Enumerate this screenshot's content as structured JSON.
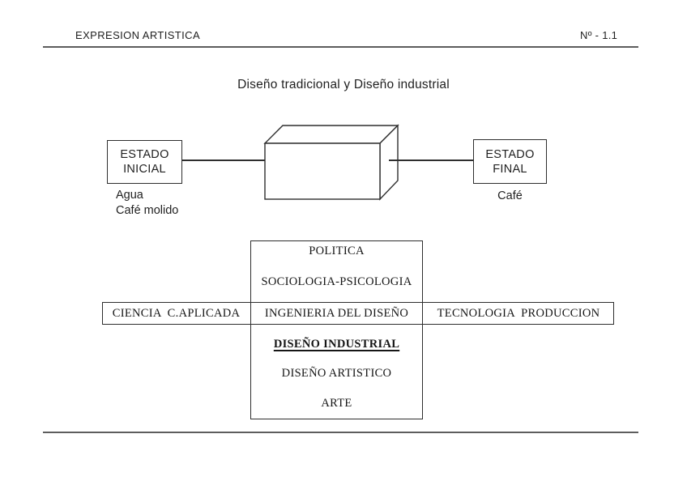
{
  "header": {
    "left": "EXPRESION ARTISTICA",
    "right": "Nº - 1.1"
  },
  "title": "Diseño tradicional y Diseño industrial",
  "process": {
    "initial": {
      "line1": "ESTADO",
      "line2": "INICIAL",
      "caption_line1": "Agua",
      "caption_line2": "Café molido"
    },
    "final": {
      "line1": "ESTADO",
      "line2": "FINAL",
      "caption": "Café"
    }
  },
  "matrix": {
    "politics": "POLITICA",
    "sociology": "SOCIOLOGIA-PSICOLOGIA",
    "row_left": "CIENCIA  C.APLICADA",
    "row_center": "INGENIERIA DEL DISEÑO",
    "row_right": "TECNOLOGIA  PRODUCCION",
    "industrial": "DISEÑO INDUSTRIAL",
    "artistic": "DISEÑO ARTISTICO",
    "art": "ARTE"
  },
  "colors": {
    "text": "#1f1f1f",
    "rule": "#5d5d5d",
    "border": "#2e2e2e"
  }
}
